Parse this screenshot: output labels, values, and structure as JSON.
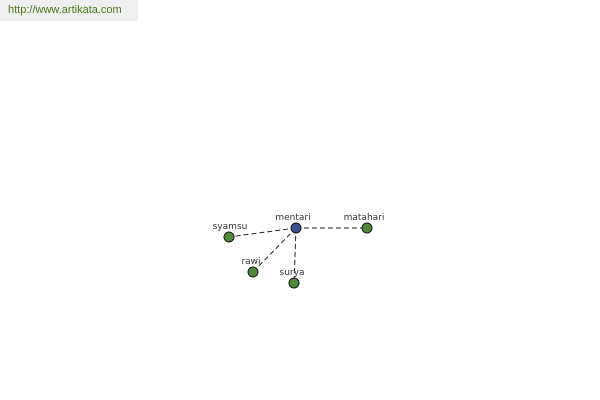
{
  "header": {
    "url_text": "http://www.artikata.com"
  },
  "graph": {
    "colors": {
      "center_node": "#3a4f94",
      "leaf_node": "#4f8a3c",
      "edge": "#222222"
    },
    "nodes": [
      {
        "id": "mentari",
        "label": "mentari",
        "role": "center"
      },
      {
        "id": "matahari",
        "label": "matahari",
        "role": "leaf"
      },
      {
        "id": "syamsu",
        "label": "syamsu",
        "role": "leaf"
      },
      {
        "id": "rawi",
        "label": "rawi",
        "role": "leaf"
      },
      {
        "id": "surya",
        "label": "surya",
        "role": "leaf"
      }
    ],
    "edges": [
      {
        "from": "mentari",
        "to": "matahari"
      },
      {
        "from": "mentari",
        "to": "syamsu"
      },
      {
        "from": "mentari",
        "to": "rawi"
      },
      {
        "from": "mentari",
        "to": "surya"
      }
    ]
  }
}
